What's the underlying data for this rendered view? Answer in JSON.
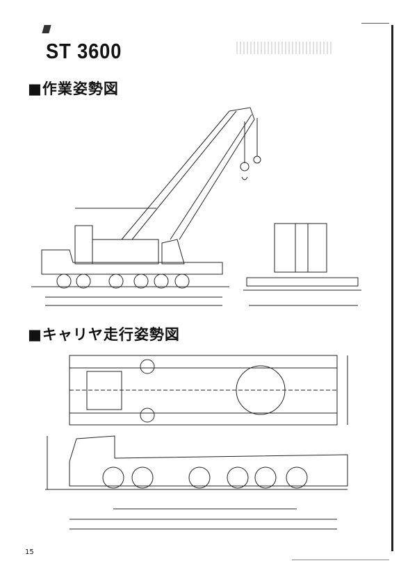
{
  "header": {
    "model": "ST 3600"
  },
  "sections": [
    {
      "heading": "■作業姿勢図"
    },
    {
      "heading": "■キャリヤ走行姿勢図"
    }
  ],
  "footer": {
    "page_number": "15"
  }
}
